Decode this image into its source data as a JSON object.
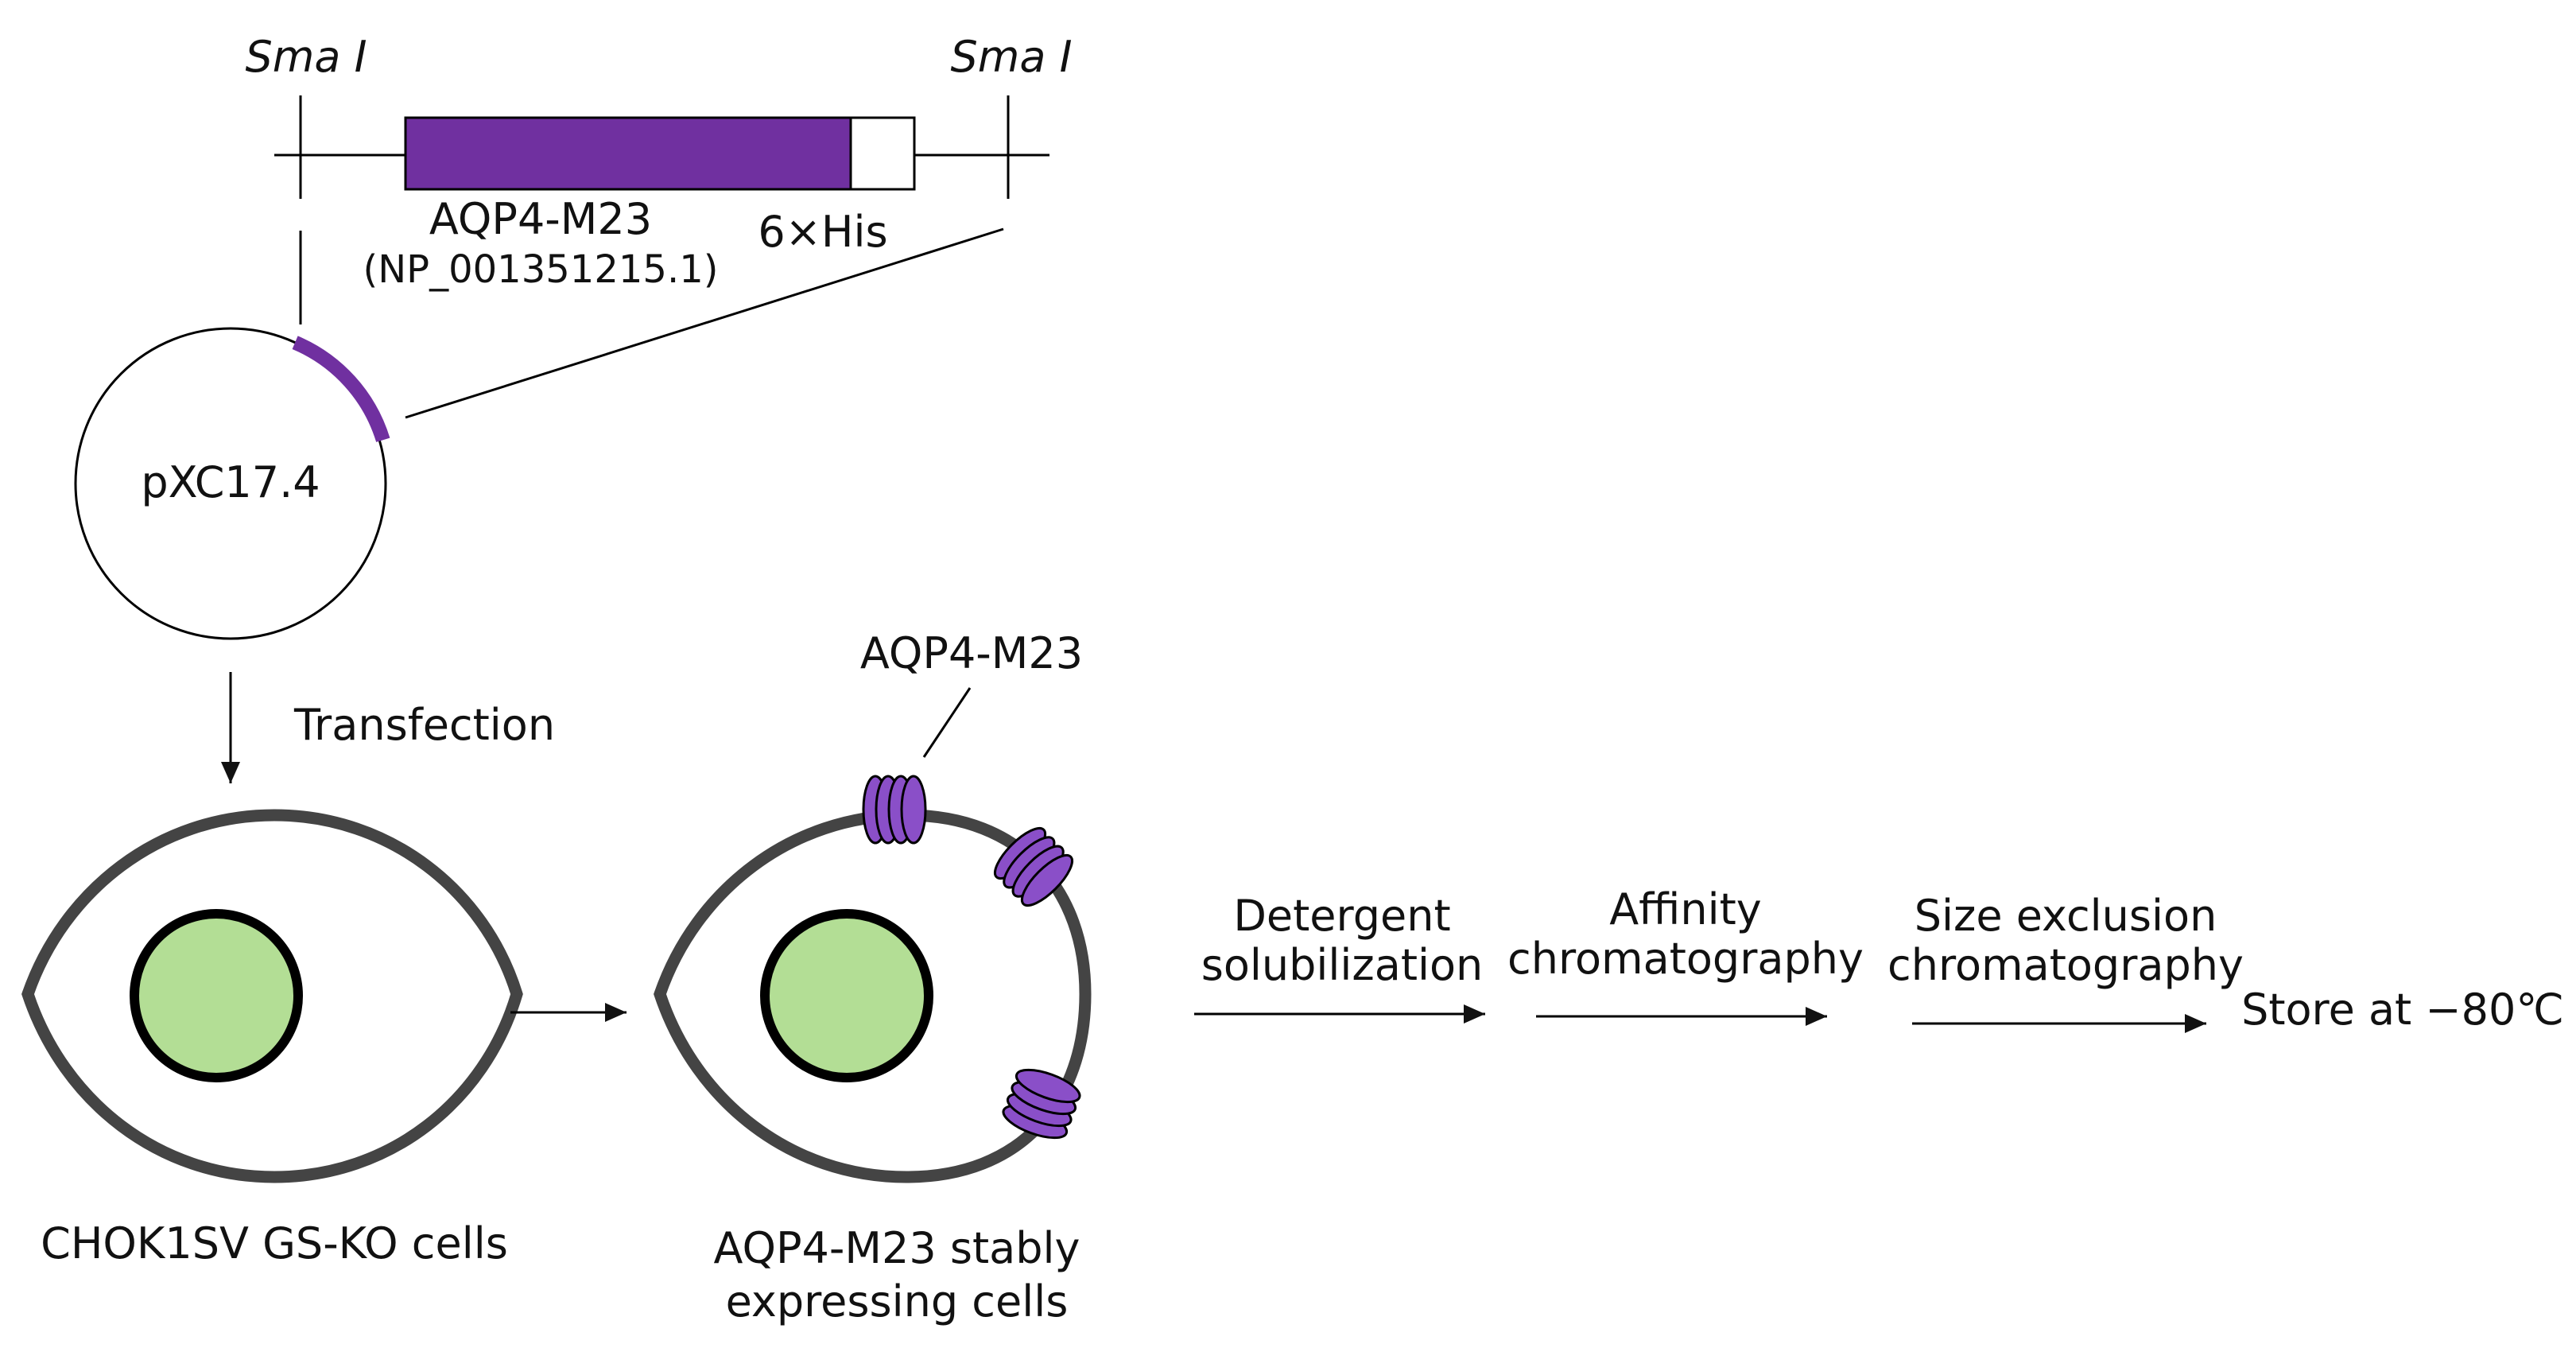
{
  "construct": {
    "site_left": "Sma I",
    "site_right": "Sma I",
    "gene_label": "AQP4-M23",
    "accession": "(NP_001351215.1)",
    "tag_label": "6×His"
  },
  "plasmid": {
    "name": "pXC17.4"
  },
  "steps": {
    "transfection": "Transfection",
    "host_cells": "CHOK1SV GS-KO cells",
    "stable_cells_line1": "AQP4-M23 stably",
    "stable_cells_line2": "expressing cells",
    "protein_label": "AQP4-M23",
    "detergent_line1": "Detergent",
    "detergent_line2": "solubilization",
    "affinity_line1": "Affinity",
    "affinity_line2": "chromatography",
    "size_line1": "Size exclusion",
    "size_line2": "chromatography",
    "store": "Store at −80℃"
  },
  "colors": {
    "insert_purple": "#7030a0",
    "protein_purple": "#8a4fc8",
    "nucleus_green": "#b3de95",
    "membrane_gray": "#444444"
  }
}
